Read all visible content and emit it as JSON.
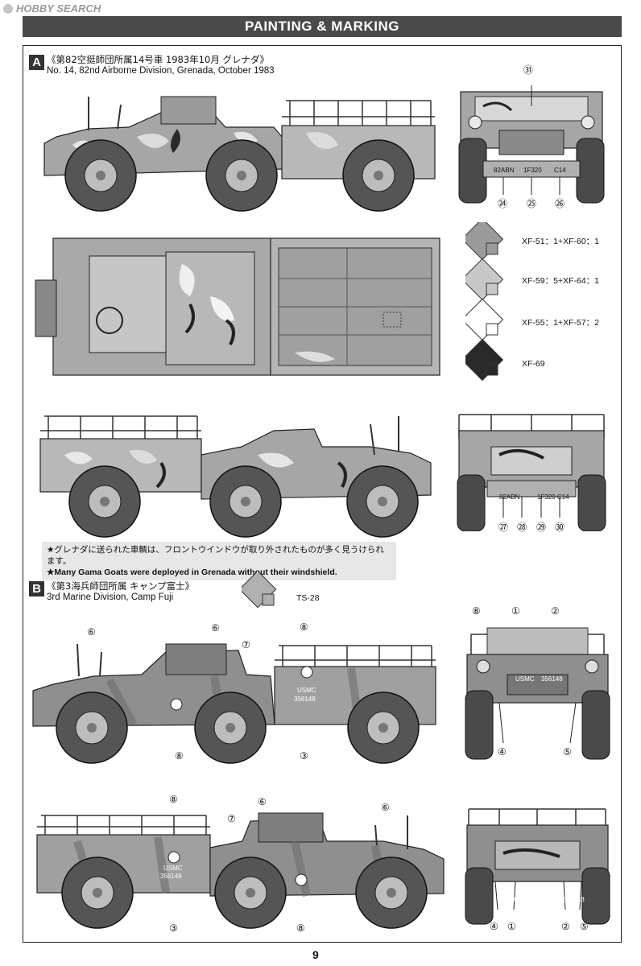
{
  "watermark": "HOBBY SEARCH",
  "header": {
    "title": "PAINTING & MARKING"
  },
  "section_a": {
    "badge": "A",
    "title_jp": "《第82空挺師団所属14号車 1983年10月 グレナダ》",
    "title_en": "No. 14, 82nd Airborne Division, Grenada, October 1983",
    "front_callouts": [
      "㉛",
      "㉔",
      "㉕",
      "㉖"
    ],
    "front_markings": [
      "82ABN",
      "1F320",
      "C14"
    ],
    "rear_callouts": [
      "㉗",
      "㉘",
      "㉙",
      "㉚"
    ],
    "rear_markings": [
      "82ABN",
      "1F320 C14"
    ],
    "swatches": [
      {
        "label": "XF-51：1+XF-60：1",
        "color": "#9b9b9b"
      },
      {
        "label": "XF-59：5+XF-64：1",
        "color": "#c8c8c8"
      },
      {
        "label": "XF-55：1+XF-57：2",
        "color": "#ffffff"
      },
      {
        "label": "XF-69",
        "color": "#2a2a2a"
      }
    ],
    "note_jp": "★グレナダに送られた車輌は、フロントウインドウが取り外されたものが多く見うけられます。",
    "note_en": "★Many Gama Goats were deployed in Grenada without their windshield."
  },
  "section_b": {
    "badge": "B",
    "title_jp": "《第3海兵師団所属 キャンプ富士》",
    "title_en": "3rd Marine Division, Camp Fuji",
    "swatch": {
      "label": "TS-28",
      "color": "#b0b0b0"
    },
    "side1_callouts": [
      "⑥",
      "⑥",
      "⑦",
      "⑧",
      "⑧",
      "③"
    ],
    "front_callouts": [
      "⑧",
      "①",
      "②",
      "④",
      "⑤"
    ],
    "side2_callouts": [
      "⑧",
      "⑦",
      "⑥",
      "⑥",
      "③",
      "⑧"
    ],
    "rear_callouts": [
      "④",
      "①",
      "②",
      "⑤"
    ],
    "usmc_marking": "USMC",
    "serial_marking": "356148"
  },
  "page_number": "9"
}
